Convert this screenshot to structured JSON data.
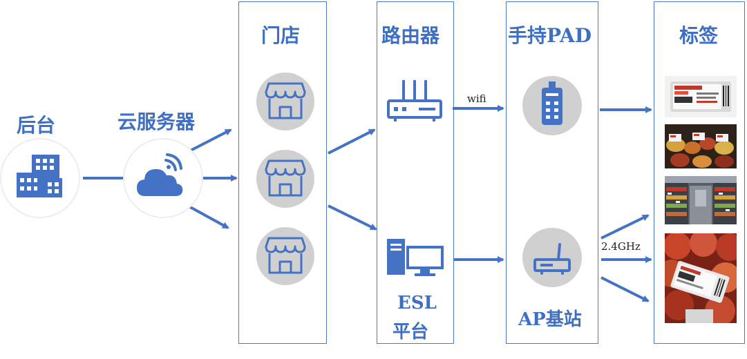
{
  "nodes": {
    "backend": "后台",
    "cloud_server": "云服务器",
    "store": "门店",
    "router": "路由器",
    "handheld_pad": "手持PAD",
    "tags": "标签",
    "esl_line1": "ESL",
    "esl_line2": "平台",
    "ap_station": "AP基站"
  },
  "edge_labels": {
    "wifi": "wifi",
    "freq": "2.4GHz"
  },
  "colors": {
    "accent": "#3D6FC4",
    "icon_bg": "#D0D0D0",
    "icon": "#4472C4"
  },
  "icons": [
    "buildings-icon",
    "cloud-wifi-icon",
    "storefront-icon",
    "router-icon",
    "computer-icon",
    "handheld-pad-icon",
    "ap-base-station-icon"
  ]
}
